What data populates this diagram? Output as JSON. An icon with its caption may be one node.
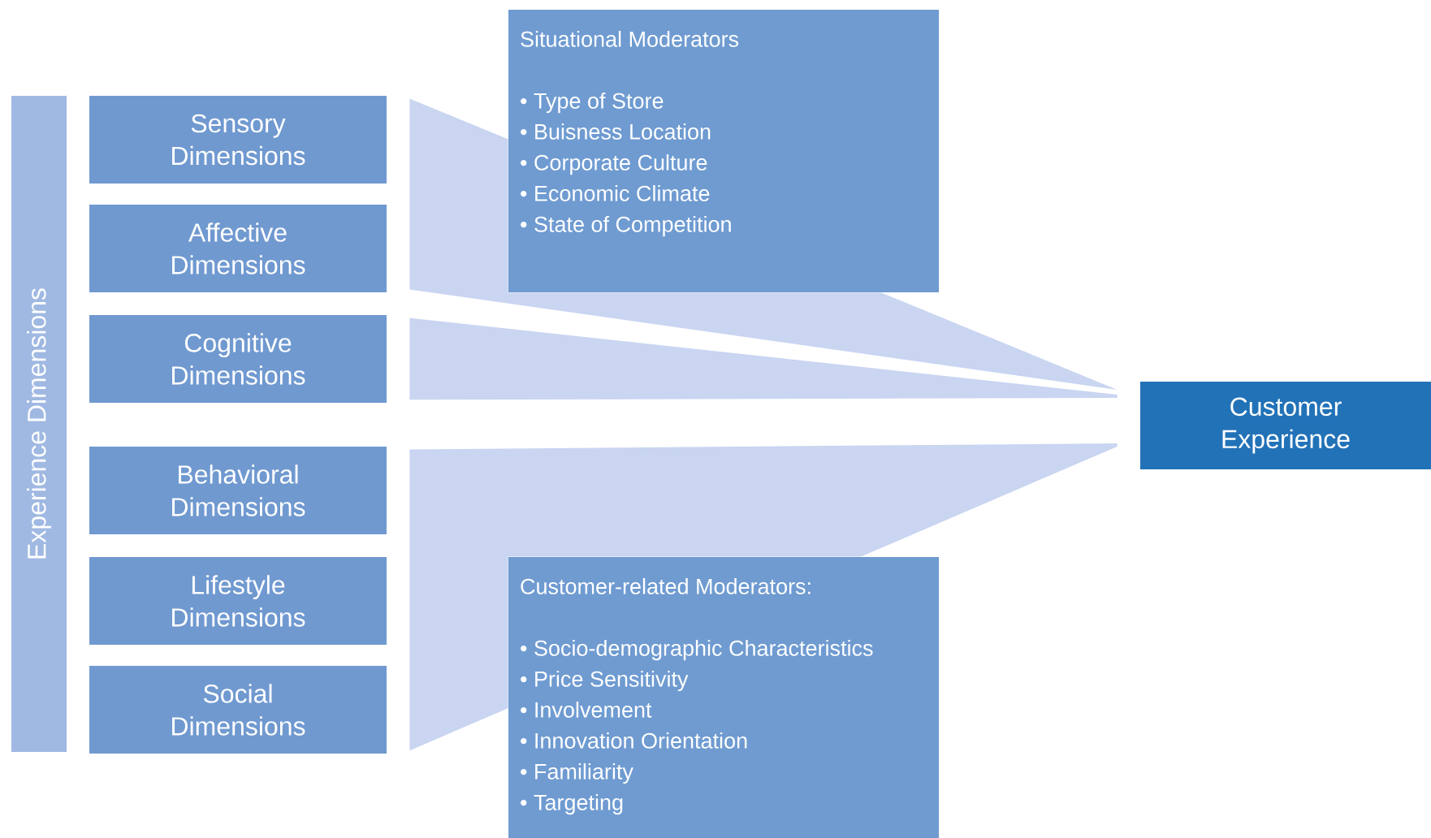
{
  "diagram": {
    "nodes": [
      {
        "text": [
          "Experience Dimensions"
        ]
      },
      {
        "text": [
          "Sensory Dimensions"
        ]
      },
      {
        "text": [
          "Affective Dimensions"
        ]
      },
      {
        "text": [
          "Cognitive Dimensions"
        ]
      },
      {
        "text": [
          "Behavioral Dimensions"
        ]
      },
      {
        "text": [
          "Lifestyle Dimensions"
        ]
      },
      {
        "text": [
          "Social Dimensions"
        ]
      },
      {
        "text": [
          "Situational Moderators",
          "• Type of Store",
          "• Buisness Location",
          "• Corporate Culture",
          "• Economic Climate",
          "• State of Competition"
        ]
      },
      {
        "text": [
          "Customer-related Moderators:",
          "• Socio-demographic Characteristics",
          "• Price Sensitivity",
          "• Involvement",
          "• Innovation Orientation",
          "• Familiarity",
          "• Targeting"
        ]
      },
      {
        "text": [
          "Customer Experience"
        ]
      }
    ],
    "edges": [
      {
        "from": 1,
        "to": 9,
        "arrow": "none"
      },
      {
        "from": 2,
        "to": 9,
        "arrow": "none"
      },
      {
        "from": 3,
        "to": 9,
        "arrow": "none"
      },
      {
        "from": 4,
        "to": 9,
        "arrow": "none"
      },
      {
        "from": 5,
        "to": 9,
        "arrow": "none"
      },
      {
        "from": 6,
        "to": 9,
        "arrow": "none"
      }
    ]
  }
}
